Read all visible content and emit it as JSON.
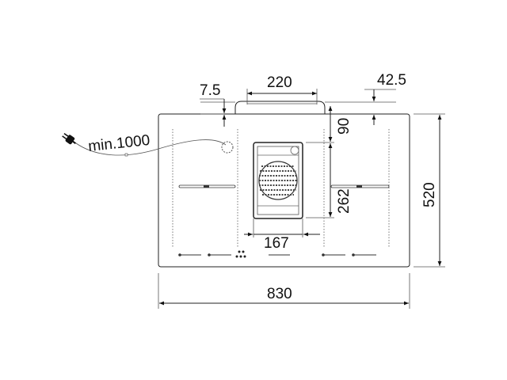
{
  "drawing": {
    "dimensions": {
      "width_total": "830",
      "depth_total": "520",
      "vent_width": "220",
      "left_offset": "7.5",
      "right_offset": "42.5",
      "fan_top_offset": "90",
      "fan_length": "262",
      "fan_width": "167",
      "cable_length": "min.1000"
    },
    "icons": [
      "plug-icon",
      "fan-grille-icon",
      "control-dots-icon"
    ]
  }
}
